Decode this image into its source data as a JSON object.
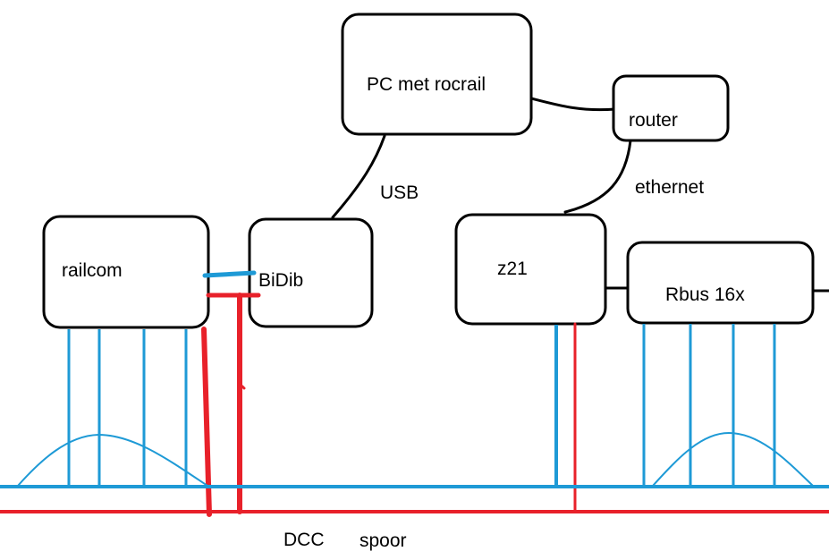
{
  "colors": {
    "box_stroke": "#000000",
    "signal": "#1e9ad6",
    "power": "#e8212a"
  },
  "nodes": {
    "pc": "PC met rocrail",
    "router": "router",
    "railcom": "railcom",
    "bidib": "BiDib",
    "z21": "z21",
    "rbus": "Rbus 16x"
  },
  "connections": {
    "usb": "USB",
    "ethernet": "ethernet"
  },
  "track": {
    "dcc": "DCC",
    "spoor": "spoor"
  }
}
